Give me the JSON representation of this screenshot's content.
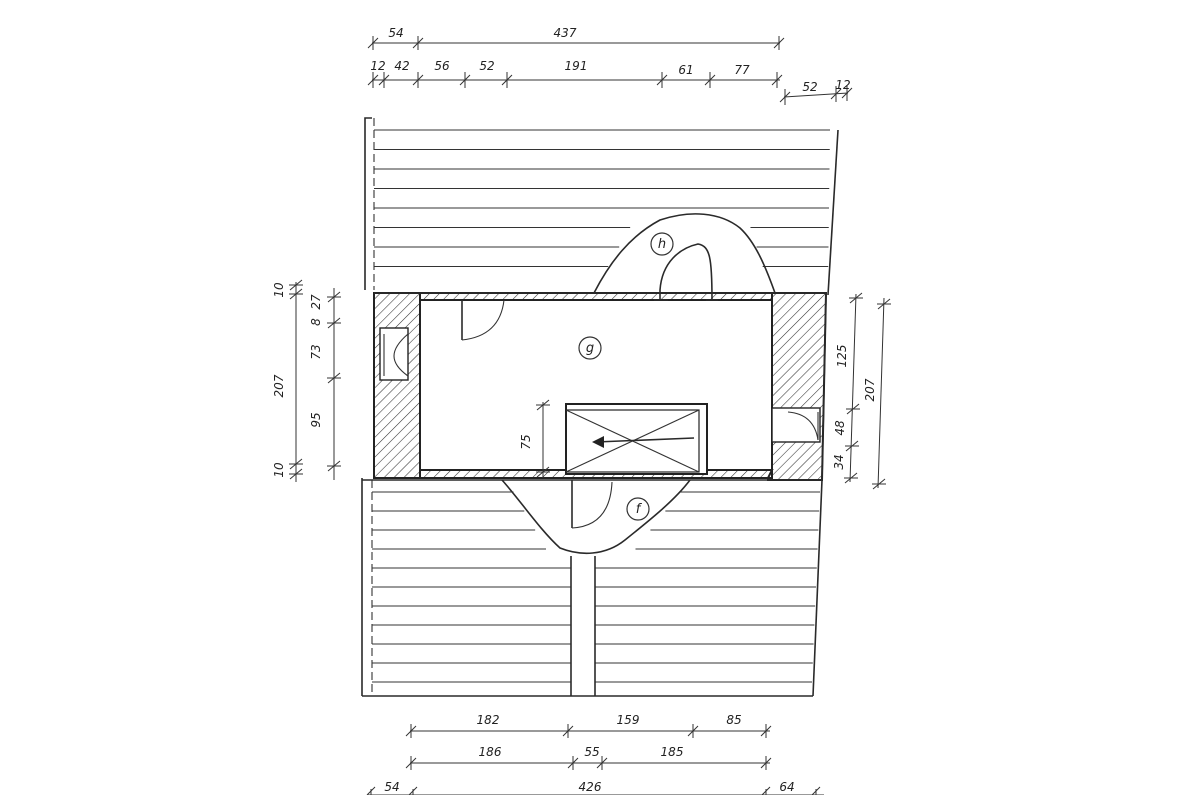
{
  "top_dims": {
    "row1": [
      "54",
      "437"
    ],
    "row2": [
      "12",
      "42",
      "56",
      "52",
      "191",
      "61",
      "77"
    ],
    "row2_right": [
      "52",
      "12"
    ]
  },
  "bottom_dims": {
    "row1": [
      "182",
      "159",
      "85"
    ],
    "row2": [
      "186",
      "55",
      "185"
    ],
    "row3": [
      "54",
      "426",
      "64"
    ]
  },
  "left_dims": {
    "outer": [
      "10",
      "207",
      "10"
    ],
    "inner": [
      "27",
      "8",
      "73",
      "95"
    ],
    "window": "75"
  },
  "right_dims": {
    "inner": [
      "125",
      "48",
      "34"
    ],
    "outer": "207"
  },
  "room_labels": {
    "g": "g",
    "h": "h",
    "f": "f"
  }
}
